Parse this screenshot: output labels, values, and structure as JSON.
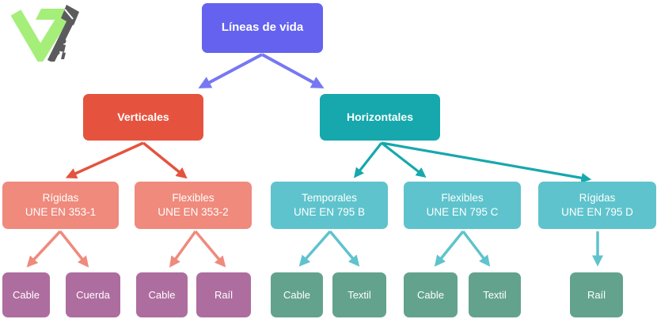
{
  "colors": {
    "root": "#6462ee",
    "arrow_root": "#7678f2",
    "verticales": "#e5533f",
    "horizontales": "#16a8ac",
    "salmon": "#ef8a7c",
    "light_teal": "#5ec3cc",
    "mauve": "#ae6d9f",
    "green": "#63a38d",
    "logo_green": "#a6ee7a",
    "logo_gray": "#5b5b5e"
  },
  "diagram": {
    "root": {
      "label": "Líneas de vida"
    },
    "branches": [
      {
        "label": "Verticales"
      },
      {
        "label": "Horizontales"
      }
    ],
    "level3": [
      {
        "line1": "Rígidas",
        "line2": "UNE EN 353-1"
      },
      {
        "line1": "Flexibles",
        "line2": "UNE EN 353-2"
      },
      {
        "line1": "Temporales",
        "line2": "UNE EN 795 B"
      },
      {
        "line1": "Flexibles",
        "line2": "UNE EN 795 C"
      },
      {
        "line1": "Rígidas",
        "line2": "UNE EN 795 D"
      }
    ],
    "leaves": [
      {
        "label": "Cable"
      },
      {
        "label": "Cuerda"
      },
      {
        "label": "Cable"
      },
      {
        "label": "Raíl"
      },
      {
        "label": "Cable"
      },
      {
        "label": "Textil"
      },
      {
        "label": "Cable"
      },
      {
        "label": "Textil"
      },
      {
        "label": "Raíl"
      }
    ]
  }
}
